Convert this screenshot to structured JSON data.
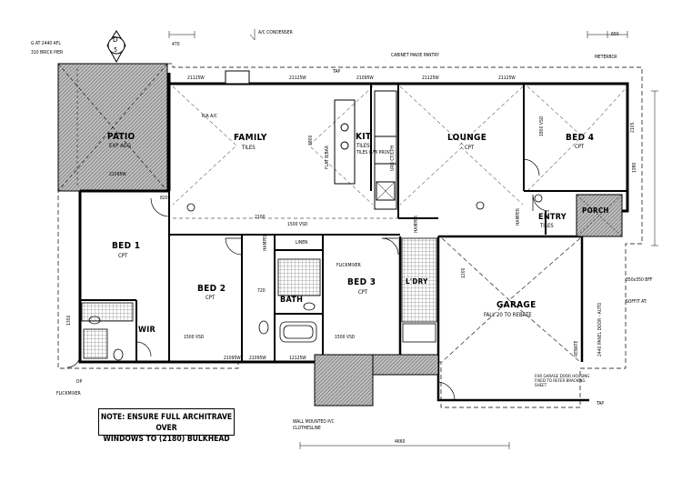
{
  "rooms": {
    "patio1": {
      "name": "PATIO",
      "finish": "EXP AGG"
    },
    "family": {
      "name": "FAMILY",
      "finish": "TILES"
    },
    "kit": {
      "name": "KIT",
      "finish": "TILES"
    },
    "lounge": {
      "name": "LOUNGE",
      "finish": "CPT"
    },
    "bed4": {
      "name": "BED 4",
      "finish": "CPT"
    },
    "bed1": {
      "name": "BED 1",
      "finish": "CPT"
    },
    "bed2": {
      "name": "BED 2",
      "finish": "CPT"
    },
    "bed3": {
      "name": "BED 3",
      "finish": "CPT"
    },
    "bath": {
      "name": "BATH",
      "finish": ""
    },
    "entry": {
      "name": "ENTRY",
      "finish": "TILES"
    },
    "garage": {
      "name": "GARAGE",
      "finish": "FALL 20 TO REBATE"
    },
    "wir": {
      "name": "WIR",
      "finish": ""
    },
    "porch": {
      "name": "PORCH",
      "finish": ""
    },
    "ldry": {
      "name": "L'DRY",
      "finish": ""
    }
  },
  "labels": {
    "gas": "G AT 2440 AFL",
    "brick_pier": "310 BRICK PIER",
    "ac_condenser": "A/C CONDENSER",
    "cabinet_pantry": "CABINET MADE PANTRY",
    "meter_box": "METERBOX",
    "tap_top": "TAP",
    "ra_ac": "R/A A/C",
    "flat_bbar": "FLAT B/BAR",
    "tiles_ow": "TILES O/W PROV",
    "uro_ct": "URO CT/CPH",
    "linen": "LINEN",
    "flick_mixer": "FLICKMIXER",
    "flick_mixer2": "FLICKMIXER",
    "hamper1": "HAMPER",
    "hamper2": "HAMPER",
    "hamper3": "HAMPER",
    "vsd_1500a": "1500 VSD",
    "vsd_1500b": "1500 VSD",
    "vsd_1500c": "1500 VSD",
    "vsd_1800": "1800 VSD",
    "rebate": "REBATE",
    "panel_door": "2440 PANEL DOOR - AUTO",
    "garage_door_note": "FHR GARAGE DOOR HOUSING FIXED TO REFER BRACKING SHEET",
    "bff": "350x350 BFF",
    "soffit": "SOFFIT AT:",
    "tap_garage": "TAP",
    "clothesline": "WALL MOUNTED P/C CLOTHESLINE",
    "dp": "DP",
    "dim_4660": "4660",
    "dim_2100": "2100",
    "dim_1200": "1200",
    "dim_470": "470",
    "dim_650": "650",
    "dim_820": "820",
    "dim_720": "720",
    "dim_3800": "3800",
    "dim_1350": "1350",
    "dim_2105": "2105",
    "dim_1980": "1980"
  },
  "note": {
    "line1": "NOTE: ENSURE FULL ARCHITRAVE OVER",
    "line2": "WINDOWS TO (2180) BULKHEAD"
  },
  "window_codes": [
    "21125W",
    "21125W",
    "21095W",
    "21125W",
    "21125W",
    "21095W",
    "21095W",
    "12125W",
    "21095W"
  ],
  "compass": {
    "letter": "D",
    "number": "5"
  }
}
